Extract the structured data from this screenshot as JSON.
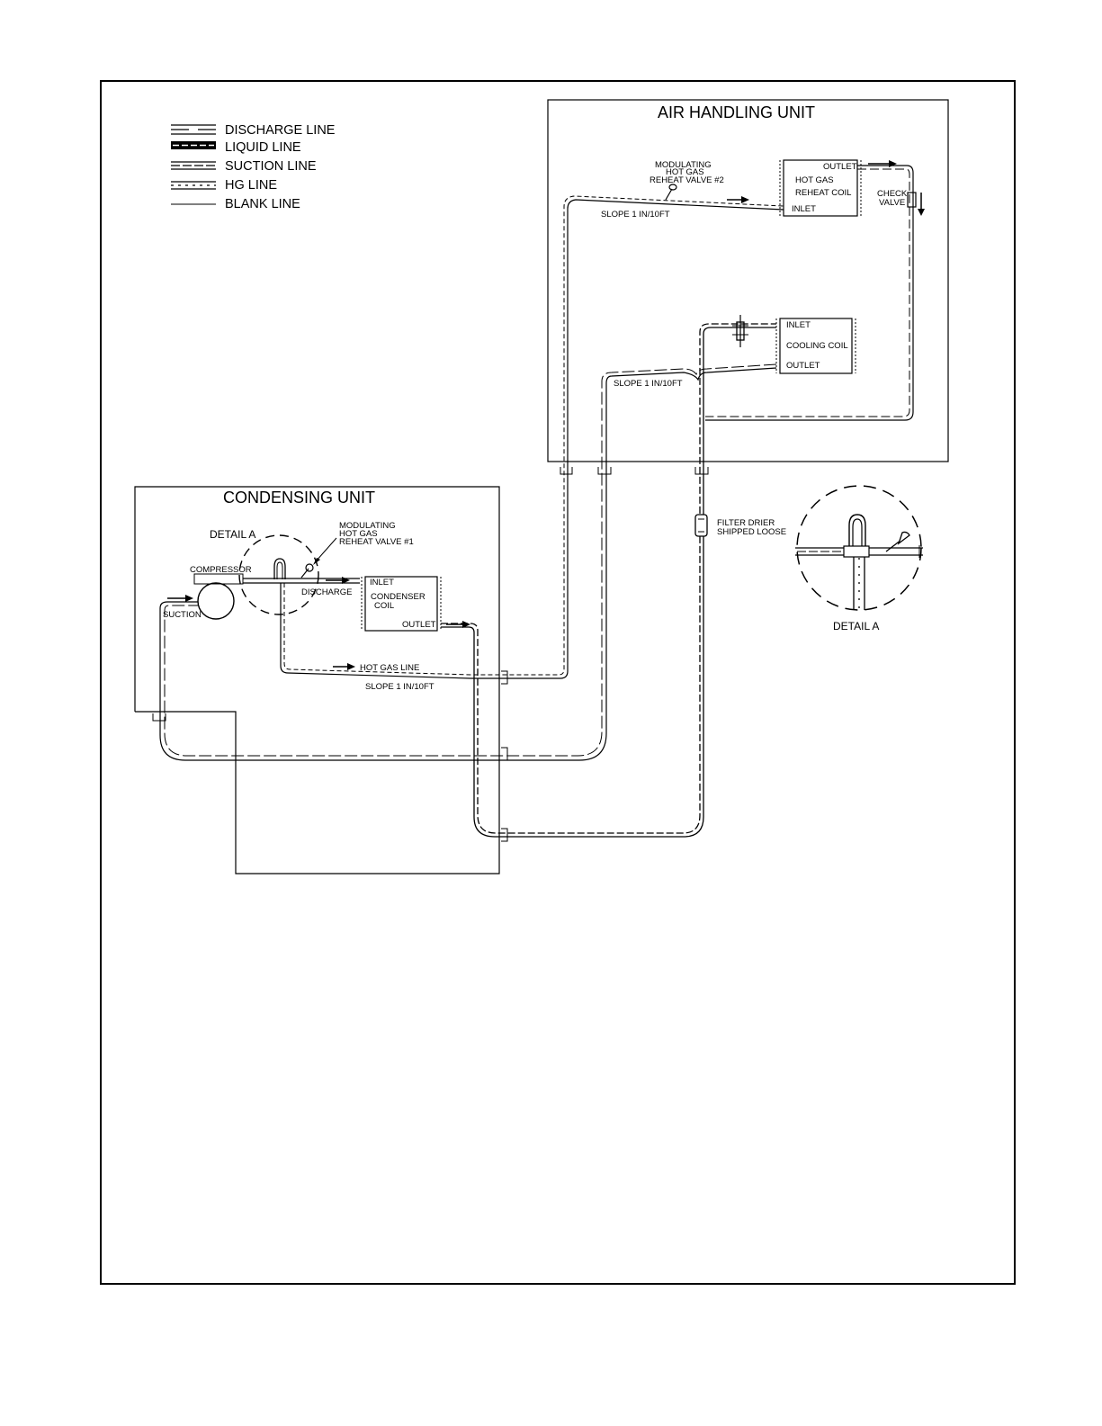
{
  "legend": {
    "discharge": "DISCHARGE LINE",
    "liquid": "LIQUID LINE",
    "suction": "SUCTION LINE",
    "hg": "HG LINE",
    "blank": "BLANK LINE"
  },
  "air_handling_unit": {
    "title": "AIR HANDLING UNIT",
    "valve_label_1": "MODULATING",
    "valve_label_2": "HOT GAS",
    "valve_label_3": "REHEAT VALVE #2",
    "slope_top": "SLOPE 1 IN/10FT",
    "reheat_coil": {
      "outlet": "OUTLET",
      "line1": "HOT GAS",
      "line2": "REHEAT COIL",
      "inlet": "INLET"
    },
    "check_valve_1": "CHECK",
    "check_valve_2": "VALVE",
    "cooling_coil": {
      "inlet": "INLET",
      "name": "COOLING COIL",
      "outlet": "OUTLET"
    },
    "slope_bottom": "SLOPE 1 IN/10FT"
  },
  "condensing_unit": {
    "title": "CONDENSING UNIT",
    "detail": "DETAIL  A",
    "valve_label_1": "MODULATING",
    "valve_label_2": "HOT GAS",
    "valve_label_3": "REHEAT VALVE #1",
    "compressor": "COMPRESSOR",
    "suction": "SUCTION",
    "discharge": "DISCHARGE",
    "condenser": {
      "inlet": "INLET",
      "line1": "CONDENSER",
      "line2": "COIL",
      "outlet": "OUTLET"
    },
    "hot_gas_line": "HOT GAS  LINE",
    "slope": "SLOPE 1 IN/10FT"
  },
  "filter_drier_1": "FILTER DRIER",
  "filter_drier_2": "SHIPPED LOOSE",
  "detail_a_label": "DETAIL  A"
}
